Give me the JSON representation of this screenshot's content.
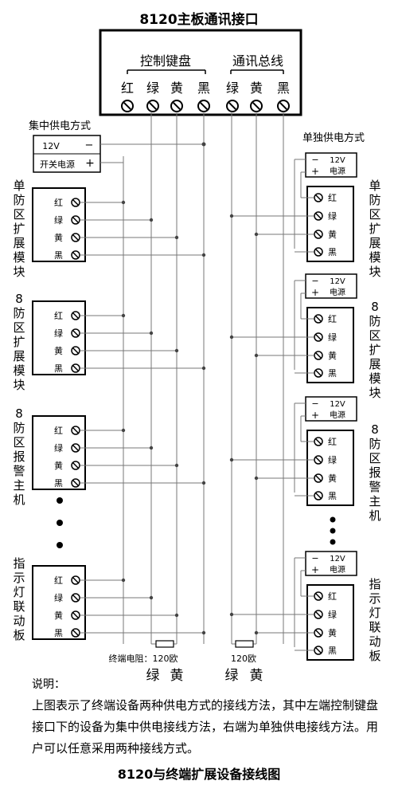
{
  "title": "8120主板通讯接口",
  "main_board": {
    "groups": [
      "控制键盘",
      "通讯总线"
    ],
    "terminals": [
      "红",
      "绿",
      "黄",
      "黑",
      "绿",
      "黄",
      "黑"
    ]
  },
  "left": {
    "label": "集中供电方式",
    "power_box": {
      "v": "12V",
      "minus": "−",
      "switch": "开关电源",
      "plus": "+"
    },
    "wire_labels": [
      "红",
      "绿",
      "黄",
      "黑"
    ],
    "modules": [
      "单防区扩展模块",
      "8防区扩展模块",
      "8防区报警主机",
      "指示灯联动板"
    ]
  },
  "right": {
    "label": "单独供电方式",
    "power": {
      "minus": "−",
      "v": "12V",
      "plus": "+",
      "name": "电源"
    },
    "wire_labels": [
      "红",
      "绿",
      "黄",
      "黑"
    ],
    "modules": [
      "单防区扩展模块",
      "8防区扩展模块",
      "8防区报警主机",
      "指示灯联动板"
    ]
  },
  "resistor_left": "终端电阻：120欧",
  "resistor_right": "120欧",
  "bottom_left_colors": [
    "绿",
    "黄"
  ],
  "bottom_right_colors": [
    "绿",
    "黄"
  ],
  "note_title": "说明：",
  "note_body": "上图表示了终端设备两种供电方式的接线方法，其中左端控制键盘接口下的设备为集中供电接线方法，右端为单独供电接线方法。用户可以任意采用两种接线方式。",
  "footer": "8120与终端扩展设备接线图"
}
